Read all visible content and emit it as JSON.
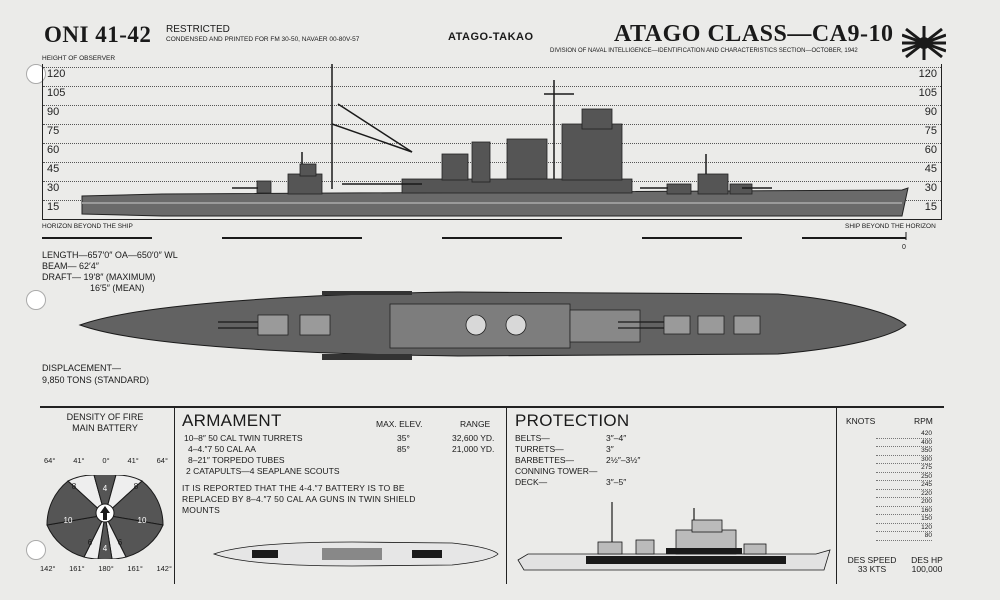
{
  "header": {
    "oni": "ONI 41-42",
    "restricted": "RESTRICTED",
    "condensed": "CONDENSED AND PRINTED FOR FM 30-50, NAVAER  00-80V-57",
    "ship_name": "ATAGO-TAKAO",
    "class_title": "ATAGO CLASS—CA9-10",
    "division": "DIVISION OF NAVAL INTELLIGENCE—IDENTIFICATION AND CHARACTERISTICS SECTION—OCTOBER, 1942"
  },
  "profile": {
    "height_of_observer": "HEIGHT OF OBSERVER",
    "horizon_beyond": "HORIZON BEYOND THE SHIP",
    "ship_beyond": "SHIP BEYOND THE HORIZON",
    "zero": "0",
    "ticks": [
      "120",
      "105",
      "90",
      "75",
      "60",
      "45",
      "30",
      "15"
    ]
  },
  "dimensions": {
    "length": "LENGTH—657′0″ OA—650′0″ WL",
    "beam": "BEAM—     62′4″",
    "draft": "DRAFT—   19′8″ (MAXIMUM)",
    "draft_mean": "16′5″ (MEAN)"
  },
  "displacement": {
    "label": "DISPLACEMENT—",
    "value": "9,850 TONS (STANDARD)"
  },
  "density": {
    "title_line1": "DENSITY OF FIRE",
    "title_line2": "MAIN BATTERY",
    "top_degrees": [
      "64°",
      "41°",
      "0°",
      "41°",
      "64°"
    ],
    "bottom_degrees": [
      "142°",
      "161°",
      "180°",
      "161°",
      "142°"
    ],
    "sector_values": [
      "8",
      "4",
      "8",
      "10",
      "10",
      "6",
      "4",
      "6"
    ]
  },
  "armament": {
    "title": "ARMAMENT",
    "max_elev_header": "MAX. ELEV.",
    "range_header": "RANGE",
    "rows": [
      {
        "text": "10–8″  50 CAL TWIN TURRETS",
        "elev": "35°",
        "range": "32,600 YD."
      },
      {
        "text": "4–4.″7  50 CAL AA",
        "elev": "85°",
        "range": "21,000 YD."
      },
      {
        "text": "8–21″ TORPEDO TUBES",
        "elev": "",
        "range": ""
      },
      {
        "text": "2 CATAPULTS—4 SEAPLANE SCOUTS",
        "elev": "",
        "range": ""
      }
    ],
    "note": "IT IS REPORTED THAT THE 4-4.″7 BATTERY IS TO BE REPLACED BY 8–4.″7 50 CAL AA GUNS IN TWIN SHIELD MOUNTS"
  },
  "protection": {
    "title": "PROTECTION",
    "rows": [
      {
        "label": "BELTS—",
        "value": "3″–4″"
      },
      {
        "label": "TURRETS—",
        "value": "3″"
      },
      {
        "label": "BARBETTES—",
        "value": "2½″–3½″"
      },
      {
        "label": "CONNING TOWER—",
        "value": ""
      },
      {
        "label": "DECK—",
        "value": "3″–5″"
      }
    ]
  },
  "speed": {
    "knots_header": "KNOTS",
    "rpm_header": "RPM",
    "rpm_values": [
      "420",
      "400",
      "350",
      "300",
      "275",
      "250",
      "245",
      "220",
      "200",
      "160",
      "150",
      "120",
      "80"
    ],
    "des_speed_label": "DES SPEED",
    "des_speed_value": "33 KTS",
    "des_hp_label": "DES HP",
    "des_hp_value": "100,000"
  },
  "colors": {
    "ink": "#1a1a1a",
    "hull": "#5a5a5a",
    "deck": "#7d7d7d",
    "paper": "#ebebe9"
  }
}
